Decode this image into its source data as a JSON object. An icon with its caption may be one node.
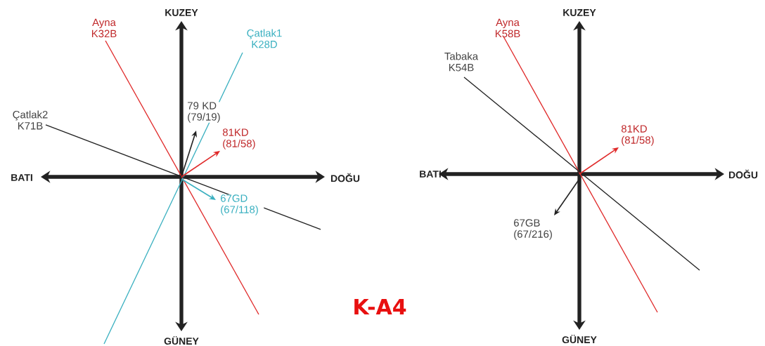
{
  "diagram": {
    "labels": [
      "KUZEY",
      "Ayna K32B",
      "Çatlak1 K28D",
      "79 KD (79/19)",
      "Çatlak2 K71B",
      "81KD (81/58)",
      "BATI",
      "DOĞU",
      "67GD (67/118)",
      "GÜNEY",
      "KUZEY",
      "Ayna K58B",
      "Tabaka K54B",
      "81KD (81/58)",
      "BATI",
      "DOĞU",
      "67GB (67/216)",
      "GÜNEY",
      "K-A4"
    ]
  }
}
